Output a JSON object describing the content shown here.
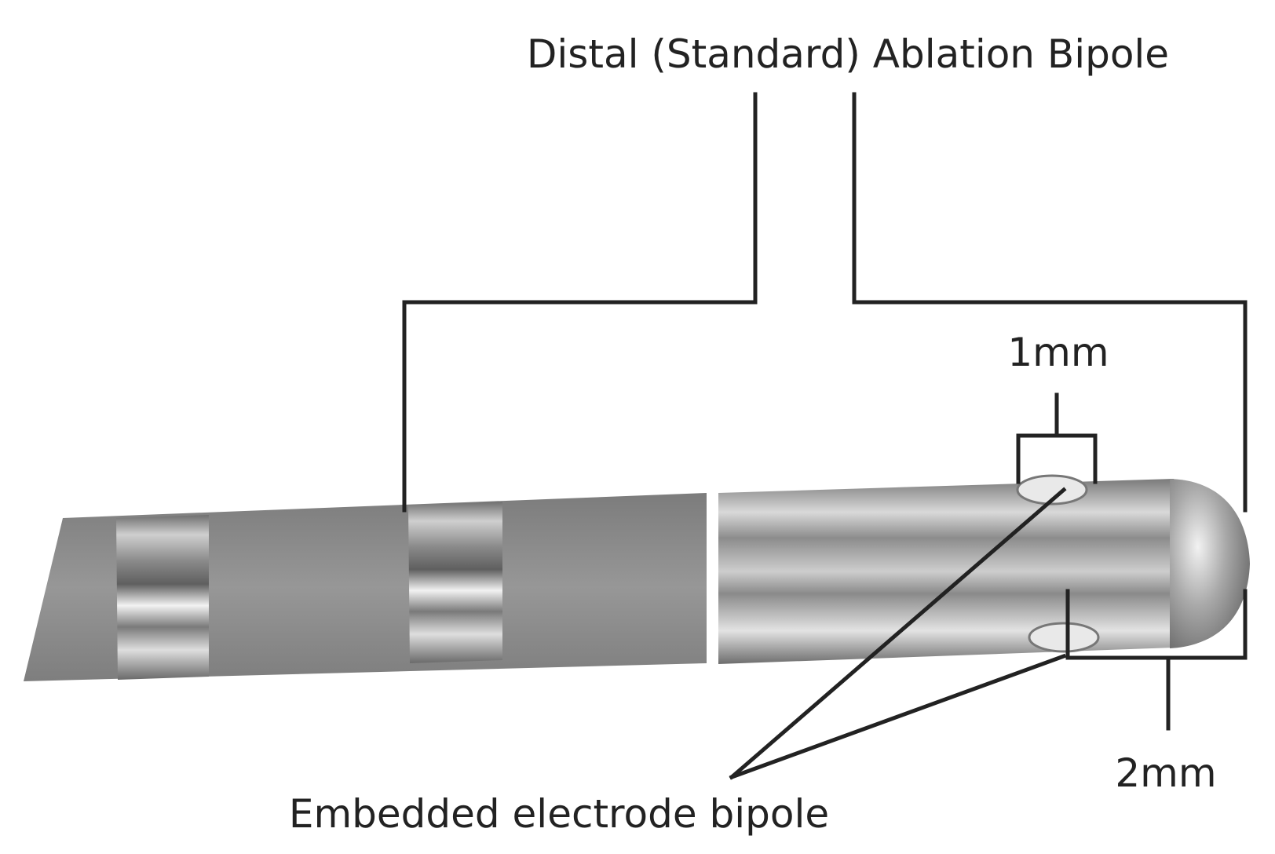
{
  "labels": {
    "top": "Distal (Standard) Ablation Bipole",
    "gap_small": "1mm",
    "gap_large": "2mm",
    "bottom": "Embedded electrode bipole"
  },
  "colors": {
    "line": "#222222",
    "text": "#222222",
    "band_metal": "#b9b9b9",
    "shaft_gray": "#8e8e8e",
    "tip_metal": "#a8a8a8"
  }
}
